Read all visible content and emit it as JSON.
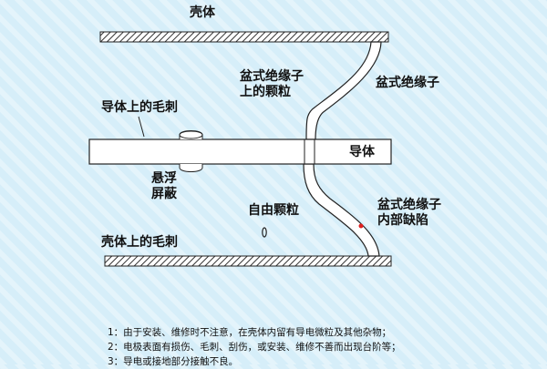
{
  "labels": {
    "shell_top": "壳体",
    "shell_bottom": "壳体上的毛刺",
    "insulator_particle": [
      "盆式绝缘子",
      "上的颗粒"
    ],
    "insulator": "盆式绝缘子",
    "conductor_burr": "导体上的毛刺",
    "conductor": "导体",
    "suspended_shield": [
      "悬浮",
      "屏蔽"
    ],
    "free_particle": "自由颗粒",
    "insulator_defect": [
      "盆式绝缘子",
      "内部缺陷"
    ]
  },
  "notes": [
    "1：由于安装、维修时不注意，在壳体内留有导电微粒及其他杂物；",
    "2：电极表面有损伤、毛刺、刮伤，或安装、维修不善而出现台阶等；",
    "3：导电或接地部分接触不良。"
  ],
  "colors": {
    "shell_hatch": "#333333",
    "conductor_fill": "#ffffff",
    "defect_dot": "#e02020",
    "background": "#d6eef9"
  }
}
